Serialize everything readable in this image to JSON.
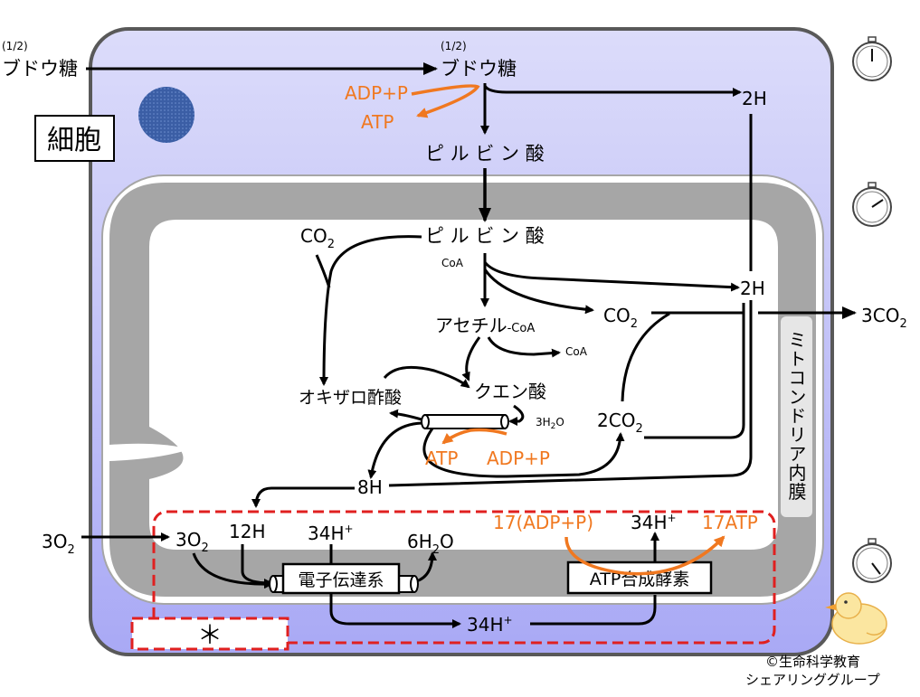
{
  "colors": {
    "cell_fill_top": "#dcdcfa",
    "cell_fill_bottom": "#a9a9f5",
    "cell_border": "#595959",
    "membrane": "#a6a6a6",
    "matrix": "#ffffff",
    "nucleus": "#3b5ea5",
    "reaction_orange": "#f07820",
    "dashed_red": "#e02020",
    "arrow": "#000000"
  },
  "labels": {
    "cell": "細胞",
    "mito_membrane": "ミトコンドリア内膜",
    "glucose_frac": "(1/2)",
    "glucose": "ブドウ糖",
    "adp_p": "ADP+P",
    "atp": "ATP",
    "pyruvate": "ピ ル ビ ン 酸",
    "h2": "2H",
    "co2": "CO",
    "sub2": "2",
    "coa": "CoA",
    "acetyl": "アセチル",
    "acetyl_coa_suffix": "-CoA",
    "oxaloacetate": "オキザロ酢酸",
    "citric": "クエン酸",
    "h2o_3_prefix": "3H",
    "h2o_3_suffix": "O",
    "co2_2": "2CO",
    "co2_3": "3CO",
    "h8": "8H",
    "o2_3_prefix": "3O",
    "h12": "12H",
    "h34": "34H",
    "plus": "+",
    "h2o_6_prefix": "6H",
    "h2o_6_suffix": "O",
    "adp_p_17": "17(ADP+P)",
    "atp_17": "17ATP",
    "etc": "電子伝達系",
    "atp_synthase": "ATP合成酵素",
    "asterisk": "＊",
    "copyright_line1": "©生命科学教育",
    "copyright_line2": "シェアリンググループ"
  },
  "icons": {
    "timer": "stopwatch-icon",
    "nucleus": "nucleus-icon",
    "mascot": "chick-mascot-icon"
  }
}
